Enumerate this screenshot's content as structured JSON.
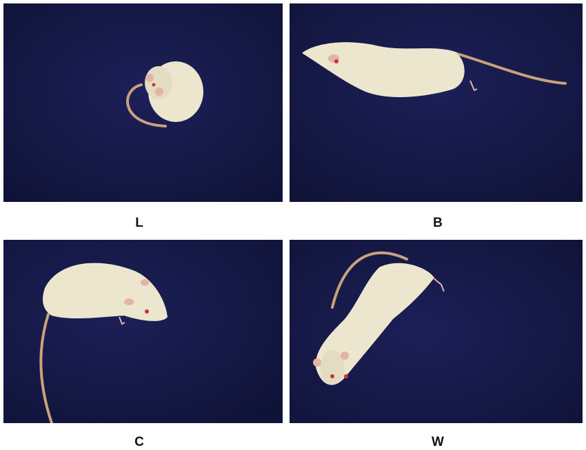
{
  "panels": [
    {
      "id": "L",
      "label": "L",
      "pose": "curled"
    },
    {
      "id": "B",
      "label": "B",
      "pose": "stretched"
    },
    {
      "id": "C",
      "label": "C",
      "pose": "walking"
    },
    {
      "id": "W",
      "label": "W",
      "pose": "twisting"
    }
  ],
  "colors": {
    "background": "#15184a",
    "fur": "#ece6cf",
    "tail": "#c9a27a",
    "eye": "#d0302a",
    "label": "#111111"
  }
}
